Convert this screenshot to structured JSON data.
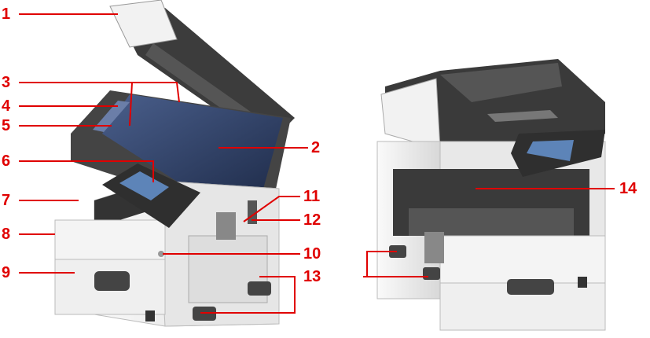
{
  "colors": {
    "callout": "#e00000",
    "body": "#f2f2f2",
    "dark": "#3a3a3a",
    "glass": "#2d3f66"
  },
  "callouts": [
    {
      "id": "1",
      "label": "1"
    },
    {
      "id": "2",
      "label": "2"
    },
    {
      "id": "3",
      "label": "3"
    },
    {
      "id": "4",
      "label": "4"
    },
    {
      "id": "5",
      "label": "5"
    },
    {
      "id": "6",
      "label": "6"
    },
    {
      "id": "7",
      "label": "7"
    },
    {
      "id": "8",
      "label": "8"
    },
    {
      "id": "9",
      "label": "9"
    },
    {
      "id": "10",
      "label": "10"
    },
    {
      "id": "11",
      "label": "11"
    },
    {
      "id": "12",
      "label": "12"
    },
    {
      "id": "13",
      "label": "13"
    },
    {
      "id": "14",
      "label": "14"
    }
  ]
}
